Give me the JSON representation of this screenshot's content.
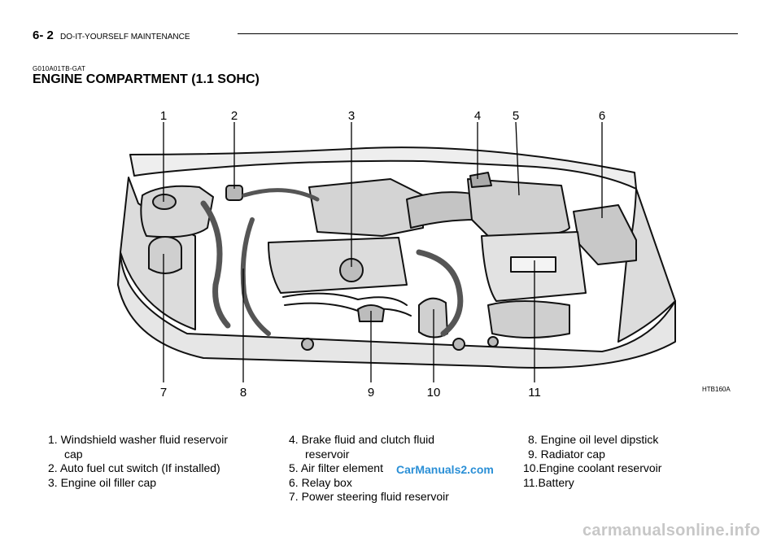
{
  "header": {
    "section_number": "6- 2",
    "section_title": "DO-IT-YOURSELF MAINTENANCE"
  },
  "document_code": "G010A01TB-GAT",
  "title": "ENGINE COMPARTMENT (1.1 SOHC)",
  "figure": {
    "callouts_top": [
      "1",
      "2",
      "3",
      "4",
      "5",
      "6"
    ],
    "callouts_bottom": [
      "7",
      "8",
      "9",
      "10",
      "11"
    ],
    "figure_code": "HTB160A"
  },
  "legend": {
    "col1": [
      {
        "num": "1.",
        "text": "Windshield washer fluid reservoir",
        "cont": "cap"
      },
      {
        "num": "2.",
        "text": "Auto fuel cut switch (If installed)"
      },
      {
        "num": "3.",
        "text": "Engine oil filler cap"
      }
    ],
    "col2": [
      {
        "num": "4.",
        "text": "Brake fluid and clutch fluid",
        "cont": "reservoir"
      },
      {
        "num": "5.",
        "text": "Air filter element"
      },
      {
        "num": "6.",
        "text": "Relay box"
      },
      {
        "num": "7.",
        "text": "Power steering fluid reservoir"
      }
    ],
    "col3": [
      {
        "num": " 8.",
        "text": "Engine oil level dipstick"
      },
      {
        "num": " 9.",
        "text": "Radiator cap"
      },
      {
        "num": "10.",
        "text": "Engine coolant reservoir"
      },
      {
        "num": "11.",
        "text": "Battery"
      }
    ]
  },
  "watermarks": {
    "top": "CarManuals2.com",
    "bottom": "carmanualsonline.info"
  }
}
